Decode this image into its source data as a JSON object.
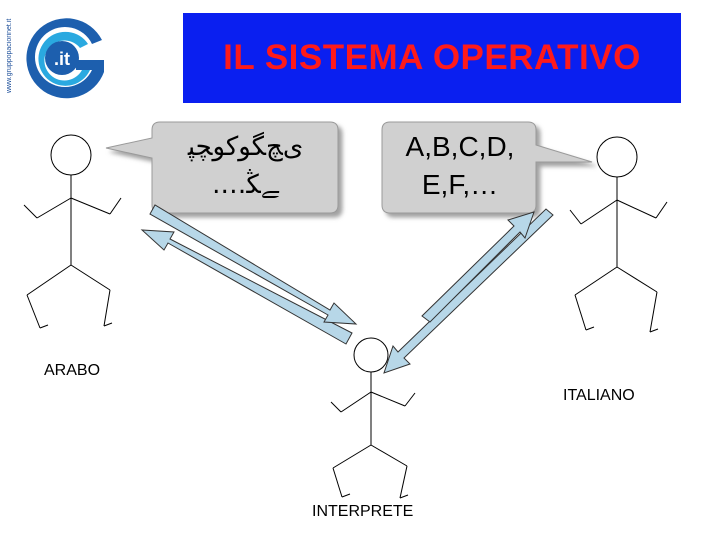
{
  "logo": {
    "side_text": "www.gruppopaciorinet.it",
    "badge_text": ".it",
    "primary_color": "#1d5fae",
    "accent_color": "#2aa9e0"
  },
  "header": {
    "title": "IL SISTEMA OPERATIVO",
    "background_color": "#0a1ff0",
    "title_color": "#ff1a1a"
  },
  "bubbles": {
    "arabic_line1": "ﯼﭻﮕﻮﻛﻮﭽﭙ",
    "arabic_line2": "ﮯﯖ….",
    "latin_line1": "A,B,C,D,",
    "latin_line2": "E,F,…",
    "fill_color": "#d0d0d0"
  },
  "figures": {
    "left_label": "ARABO",
    "right_label": "ITALIANO",
    "center_label": "INTERPRETE"
  },
  "arrows": {
    "fill_color": "#b7d7e8",
    "stroke_color": "#333333"
  }
}
